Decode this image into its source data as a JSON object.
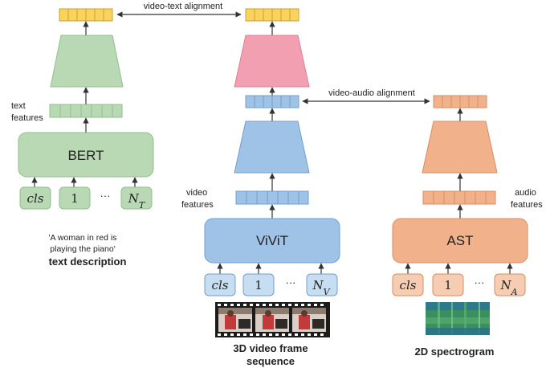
{
  "text_branch": {
    "model_label": "BERT",
    "features_label_line1": "text",
    "features_label_line2": "features",
    "tokens": [
      "cls",
      "1",
      "···",
      "N_T"
    ],
    "description_line1": "'A woman in red is",
    "description_line2": "playing the piano'",
    "caption": "text description",
    "colors": {
      "box": "#b9d9b5",
      "stroke": "#8fbf8b",
      "token": "#b9d9b5"
    }
  },
  "video_branch": {
    "model_label": "ViViT",
    "features_label_line1": "video",
    "features_label_line2": "features",
    "tokens": [
      "cls",
      "1",
      "···",
      "N_V"
    ],
    "caption_line1": "3D video frame",
    "caption_line2": "sequence",
    "colors": {
      "box": "#9fc3e6",
      "stroke": "#6f9fcf",
      "token": "#c7ddf1"
    }
  },
  "audio_branch": {
    "model_label": "AST",
    "features_label_line1": "audio",
    "features_label_line2": "features",
    "tokens": [
      "cls",
      "1",
      "···",
      "N_A"
    ],
    "caption": "2D spectrogram",
    "colors": {
      "box": "#f1b28b",
      "stroke": "#d98d62",
      "token": "#f6cdb2"
    }
  },
  "alignments": {
    "video_text": "video-text alignment",
    "video_audio": "video-audio alignment"
  },
  "colors": {
    "output_embedding": "#f9d35e",
    "text_projector": "#b9d9b5",
    "video_text_projector": "#f2a0b1",
    "video_projector": "#9fc3e6",
    "audio_projector": "#f1b28b",
    "arrow": "#333333"
  },
  "icons": [
    "film-strip-icon",
    "spectrogram-icon"
  ]
}
